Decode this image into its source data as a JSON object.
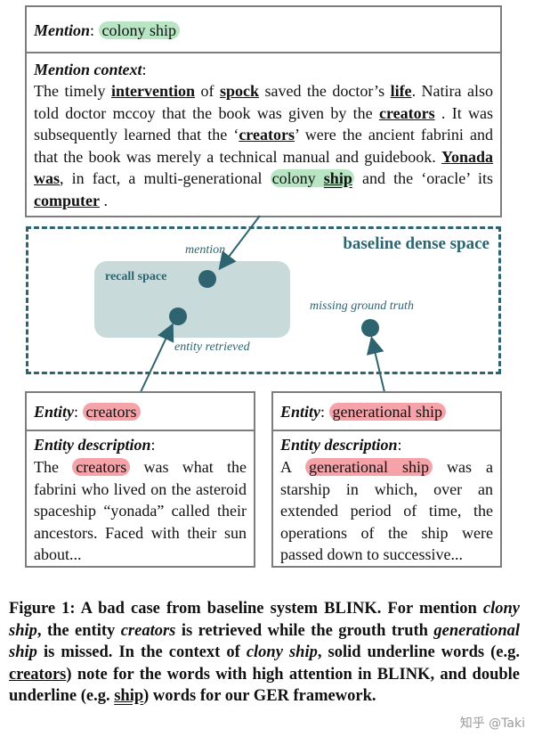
{
  "mention_box": {
    "mention_label": "Mention",
    "mention_value": "colony ship",
    "context_label": "Mention context",
    "context": {
      "s1": "The timely ",
      "w_intervention": "intervention",
      "s2": " of ",
      "w_spock": "spock",
      "s3": " saved the doctor’s ",
      "w_life": "life",
      "s4": ". Natira also told doctor mccoy that the book was given by the ",
      "w_creators1": "creators",
      "s5": " . It was subsequently learned that the ‘",
      "w_creators2": "creators",
      "s6": "’ were the ancient fabrini and that the book was merely a technical manual and guidebook. ",
      "w_yonada": "Yonada",
      "s7": " ",
      "w_was": "was",
      "s8": ", in fact, a multi-generational ",
      "w_colony": "colony ",
      "w_ship": "ship",
      "s9": " and the ‘oracle’ its ",
      "w_computer": "computer",
      "s10": " ."
    }
  },
  "dense_space": {
    "title": "baseline dense space",
    "recall_label": "recall space",
    "mention_label": "mention",
    "entity_retrieved_label": "entity retrieved",
    "missing_label": "missing ground truth"
  },
  "entity_left": {
    "entity_label": "Entity",
    "entity_value": "creators",
    "desc_label": "Entity description",
    "desc_pre": "The ",
    "desc_hl": "creators",
    "desc_post": " was what the fabrini who lived on the asteroid spaceship “yonada” called their ancestors. Faced with their sun about..."
  },
  "entity_right": {
    "entity_label": "Entity",
    "entity_value": "generational ship",
    "desc_label": "Entity description",
    "desc_pre": "A ",
    "desc_hl": "generational ship",
    "desc_post": " was a starship in which, over an extended period of time, the operations of the ship were passed down to successive..."
  },
  "caption": {
    "c1": "Figure 1: A bad case from baseline system BLINK. For mention ",
    "c2": "clony ship",
    "c3": ", the entity ",
    "c4": "creators",
    "c5": " is retrieved while the grouth truth ",
    "c6": "generational ship",
    "c7": " is missed. In the context of ",
    "c8": "clony ship",
    "c9": ", solid underline words (e.g. ",
    "c10": "creators",
    "c11": ") note for the words with high attention in BLINK, and double underline (e.g. ",
    "c12": "ship",
    "c13": ") words for our GER framework."
  },
  "watermark": "知乎 @Taki",
  "colors": {
    "teal": "#2e6470",
    "green_hl": "#b8e6c4",
    "red_hl": "#f5a3a8",
    "recall_fill": "#c9dadb"
  }
}
